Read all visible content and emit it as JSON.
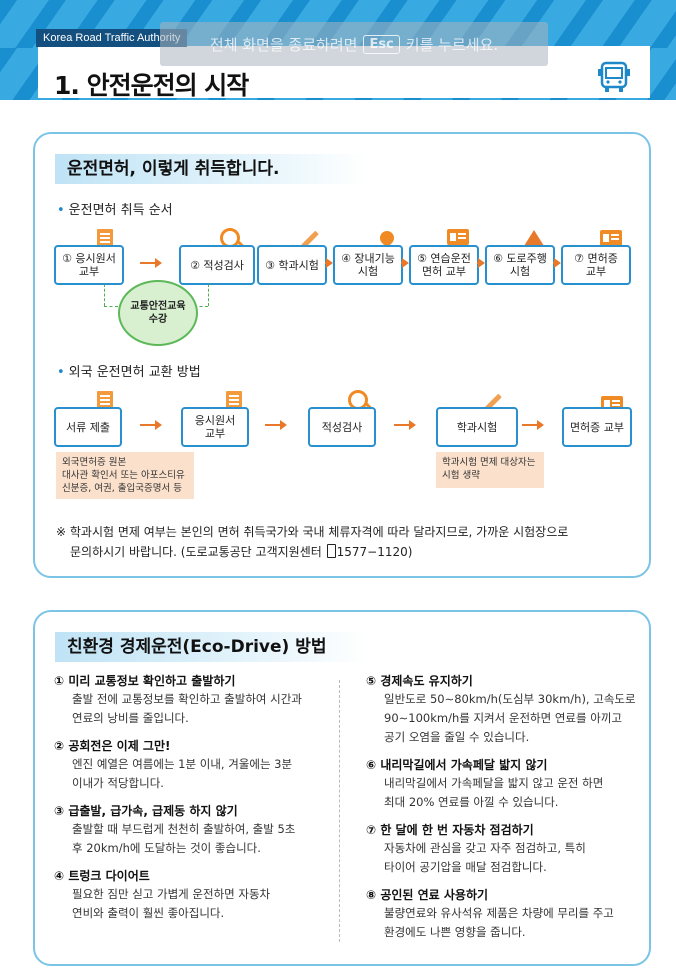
{
  "header": {
    "org": "Korea Road Traffic Authority",
    "esc_pre": "전체 화면을 종료하려면",
    "esc_key": "Esc",
    "esc_post": "키를 누르세요.",
    "title": "1. 안전운전의 시작",
    "icon": "bus-icon"
  },
  "section1": {
    "title": "운전면허, 이렇게 취득합니다.",
    "sub1": "운전면허 취득 순서",
    "steps": [
      {
        "l1": "① 응시원서",
        "l2": "교부"
      },
      {
        "l1": "② 적성검사",
        "l2": ""
      },
      {
        "l1": "③ 학과시험",
        "l2": ""
      },
      {
        "l1": "④ 장내기능",
        "l2": "시험"
      },
      {
        "l1": "⑤ 연습운전",
        "l2": "면허 교부"
      },
      {
        "l1": "⑥ 도로주행",
        "l2": "시험"
      },
      {
        "l1": "⑦ 면허증",
        "l2": "교부"
      }
    ],
    "education": {
      "l1": "교통안전교육",
      "l2": "수강"
    },
    "sub2": "외국 운전면허 교환 방법",
    "foreign_steps": [
      {
        "l1": "서류 제출",
        "l2": ""
      },
      {
        "l1": "응시원서",
        "l2": "교부"
      },
      {
        "l1": "적성검사",
        "l2": ""
      },
      {
        "l1": "학과시험",
        "l2": ""
      },
      {
        "l1": "면허증 교부",
        "l2": ""
      }
    ],
    "note_left": [
      "외국면허증 원본",
      "대사관 확인서 또는 아포스티유",
      "신분증, 여권, 출입국증명서 등"
    ],
    "note_right": [
      "학과시험 면제 대상자는",
      "시험 생략"
    ],
    "footnote_l1": "※ 학과시험 면제 여부는 본인의 면허 취득국가와 국내 체류자격에 따라 달라지므로, 가까운 시험장으로",
    "footnote_l2a": "문의하시기 바랍니다. (도로교통공단 고객지원센터",
    "footnote_l2b": "1577−1120)"
  },
  "section2": {
    "title": "친환경 경제운전(Eco-Drive) 방법",
    "items": [
      {
        "h": "① 미리 교통정보 확인하고 출발하기",
        "b1": "출발 전에 교통정보를 확인하고 출발하여 시간과",
        "b2": "연료의 낭비를 줄입니다.",
        "b3": ""
      },
      {
        "h": "② 공회전은 이제 그만!",
        "b1": "엔진 예열은 여름에는 1분 이내, 겨울에는 3분",
        "b2": "이내가 적당합니다.",
        "b3": ""
      },
      {
        "h": "③ 급출발, 급가속, 급제동 하지 않기",
        "b1": "출발할 때 부드럽게 천천히 출발하여, 출발 5초",
        "b2": "후 20km/h에 도달하는 것이 좋습니다.",
        "b3": ""
      },
      {
        "h": "④ 트렁크 다이어트",
        "b1": "필요한 짐만 싣고 가볍게 운전하면 자동차",
        "b2": "연비와 출력이 훨씬 좋아집니다.",
        "b3": ""
      },
      {
        "h": "⑤ 경제속도 유지하기",
        "b1": "일반도로 50∼80km/h(도심부 30km/h), 고속도로",
        "b2": "90∼100km/h를 지켜서 운전하면 연료를 아끼고",
        "b3": "공기 오염을 줄일 수 있습니다."
      },
      {
        "h": "⑥ 내리막길에서 가속페달 밟지 않기",
        "b1": "내리막길에서 가속페달을 밟지 않고 운전 하면",
        "b2": "최대 20% 연료를 아낄 수 있습니다.",
        "b3": ""
      },
      {
        "h": "⑦ 한 달에 한 번 자동차 점검하기",
        "b1": "자동차에 관심을 갖고 자주 점검하고, 특히",
        "b2": "타이어 공기압을 매달 점검합니다.",
        "b3": ""
      },
      {
        "h": "⑧ 공인된 연료 사용하기",
        "b1": "불량연료와 유사석유 제품은 차량에 무리를 주고",
        "b2": "환경에도 나쁜 영향을 줍니다.",
        "b3": ""
      }
    ]
  }
}
